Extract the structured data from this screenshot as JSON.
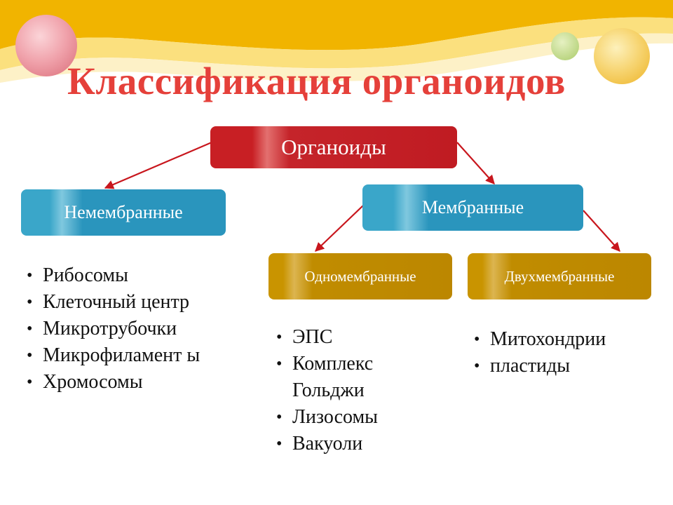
{
  "title": "Классификация органоидов",
  "root": {
    "label": "Органоиды"
  },
  "nonmembrane": {
    "label": "Немембранные",
    "items": [
      "Рибосомы",
      "Клеточный центр",
      "Микротрубочки",
      "Микрофиламент ы",
      "Хромосомы"
    ]
  },
  "membrane": {
    "label": "Мембранные"
  },
  "single_membrane": {
    "label": "Одномембранные",
    "items": [
      "ЭПС",
      "Комплекс Гольджи",
      "Лизосомы",
      "Вакуоли"
    ]
  },
  "double_membrane": {
    "label": "Двухмембранные",
    "items": [
      "Митохондрии",
      "пластиды"
    ]
  },
  "colors": {
    "title": "#e5403a",
    "root_box": "#c81f24",
    "membrane_boxes": "#2a95bd",
    "submembrane_boxes": "#bc8700",
    "arrows": "#c8161d"
  }
}
